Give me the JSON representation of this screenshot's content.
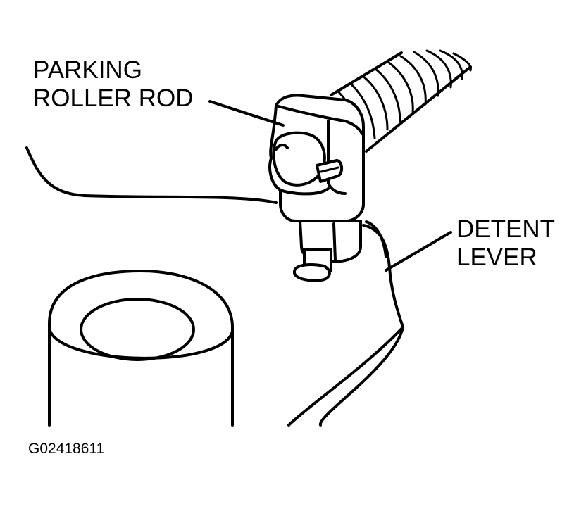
{
  "labels": {
    "parking_roller_rod": {
      "line1": "PARKING",
      "line2": "ROLLER ROD"
    },
    "detent_lever": {
      "line1": "DETENT",
      "line2": "LEVER"
    }
  },
  "figure_code": "G02418611",
  "colors": {
    "ink": "#000000",
    "paper": "#ffffff"
  }
}
